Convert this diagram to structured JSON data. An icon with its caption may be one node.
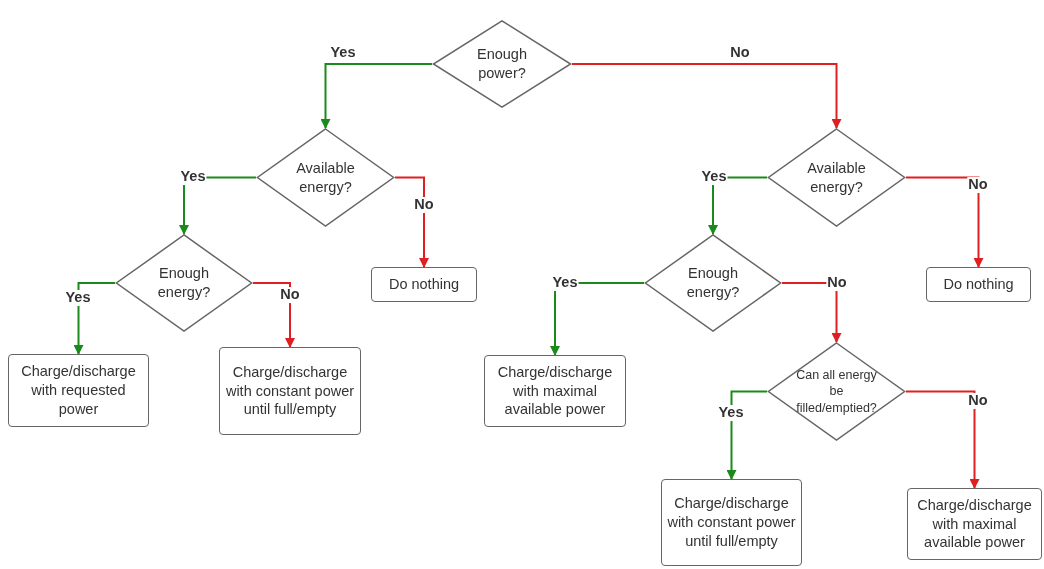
{
  "diagram": {
    "nodes": [
      {
        "text": [
          "Enough power?"
        ]
      },
      {
        "text": [
          "Available energy?"
        ]
      },
      {
        "text": [
          "Available energy?"
        ]
      },
      {
        "text": [
          "Enough energy?"
        ]
      },
      {
        "text": [
          "Do nothing"
        ]
      },
      {
        "text": [
          "Enough energy?"
        ]
      },
      {
        "text": [
          "Do nothing"
        ]
      },
      {
        "text": [
          "Charge/discharge with requested power"
        ]
      },
      {
        "text": [
          "Charge/discharge with constant power until full/empty"
        ]
      },
      {
        "text": [
          "Charge/discharge with maximal available power"
        ]
      },
      {
        "text": [
          "Can all energy be filled/emptied?"
        ]
      },
      {
        "text": [
          "Charge/discharge with constant power until full/empty"
        ]
      },
      {
        "text": [
          "Charge/discharge with maximal available power"
        ]
      }
    ],
    "edges": [
      {
        "from": 0,
        "to": 1,
        "arrow": "to",
        "label": "Yes",
        "color": "#1a8a1a"
      },
      {
        "from": 0,
        "to": 2,
        "arrow": "to",
        "label": "No",
        "color": "#e02020"
      },
      {
        "from": 1,
        "to": 3,
        "arrow": "to",
        "label": "Yes",
        "color": "#1a8a1a"
      },
      {
        "from": 1,
        "to": 4,
        "arrow": "to",
        "label": "No",
        "color": "#e02020"
      },
      {
        "from": 2,
        "to": 5,
        "arrow": "to",
        "label": "Yes",
        "color": "#1a8a1a"
      },
      {
        "from": 2,
        "to": 6,
        "arrow": "to",
        "label": "No",
        "color": "#e02020"
      },
      {
        "from": 3,
        "to": 7,
        "arrow": "to",
        "label": "Yes",
        "color": "#1a8a1a"
      },
      {
        "from": 3,
        "to": 8,
        "arrow": "to",
        "label": "No",
        "color": "#e02020"
      },
      {
        "from": 5,
        "to": 9,
        "arrow": "to",
        "label": "Yes",
        "color": "#1a8a1a"
      },
      {
        "from": 5,
        "to": 10,
        "arrow": "to",
        "label": "No",
        "color": "#e02020"
      },
      {
        "from": 10,
        "to": 11,
        "arrow": "to",
        "label": "Yes",
        "color": "#1a8a1a"
      },
      {
        "from": 10,
        "to": 12,
        "arrow": "to",
        "label": "No",
        "color": "#e02020"
      }
    ]
  }
}
